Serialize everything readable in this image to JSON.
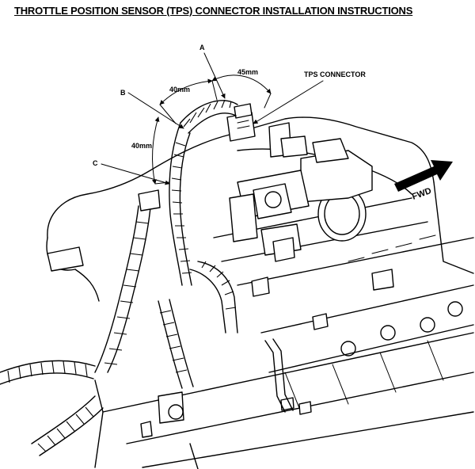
{
  "title": "THROTTLE POSITION SENSOR (TPS) CONNECTOR INSTALLATION INSTRUCTIONS",
  "callouts": {
    "a": "A",
    "b": "B",
    "c": "C",
    "tps_connector": "TPS CONNECTOR"
  },
  "dimensions": {
    "d45": "45mm",
    "d40_top": "40mm",
    "d40_side": "40mm"
  },
  "direction_label": "FWD"
}
